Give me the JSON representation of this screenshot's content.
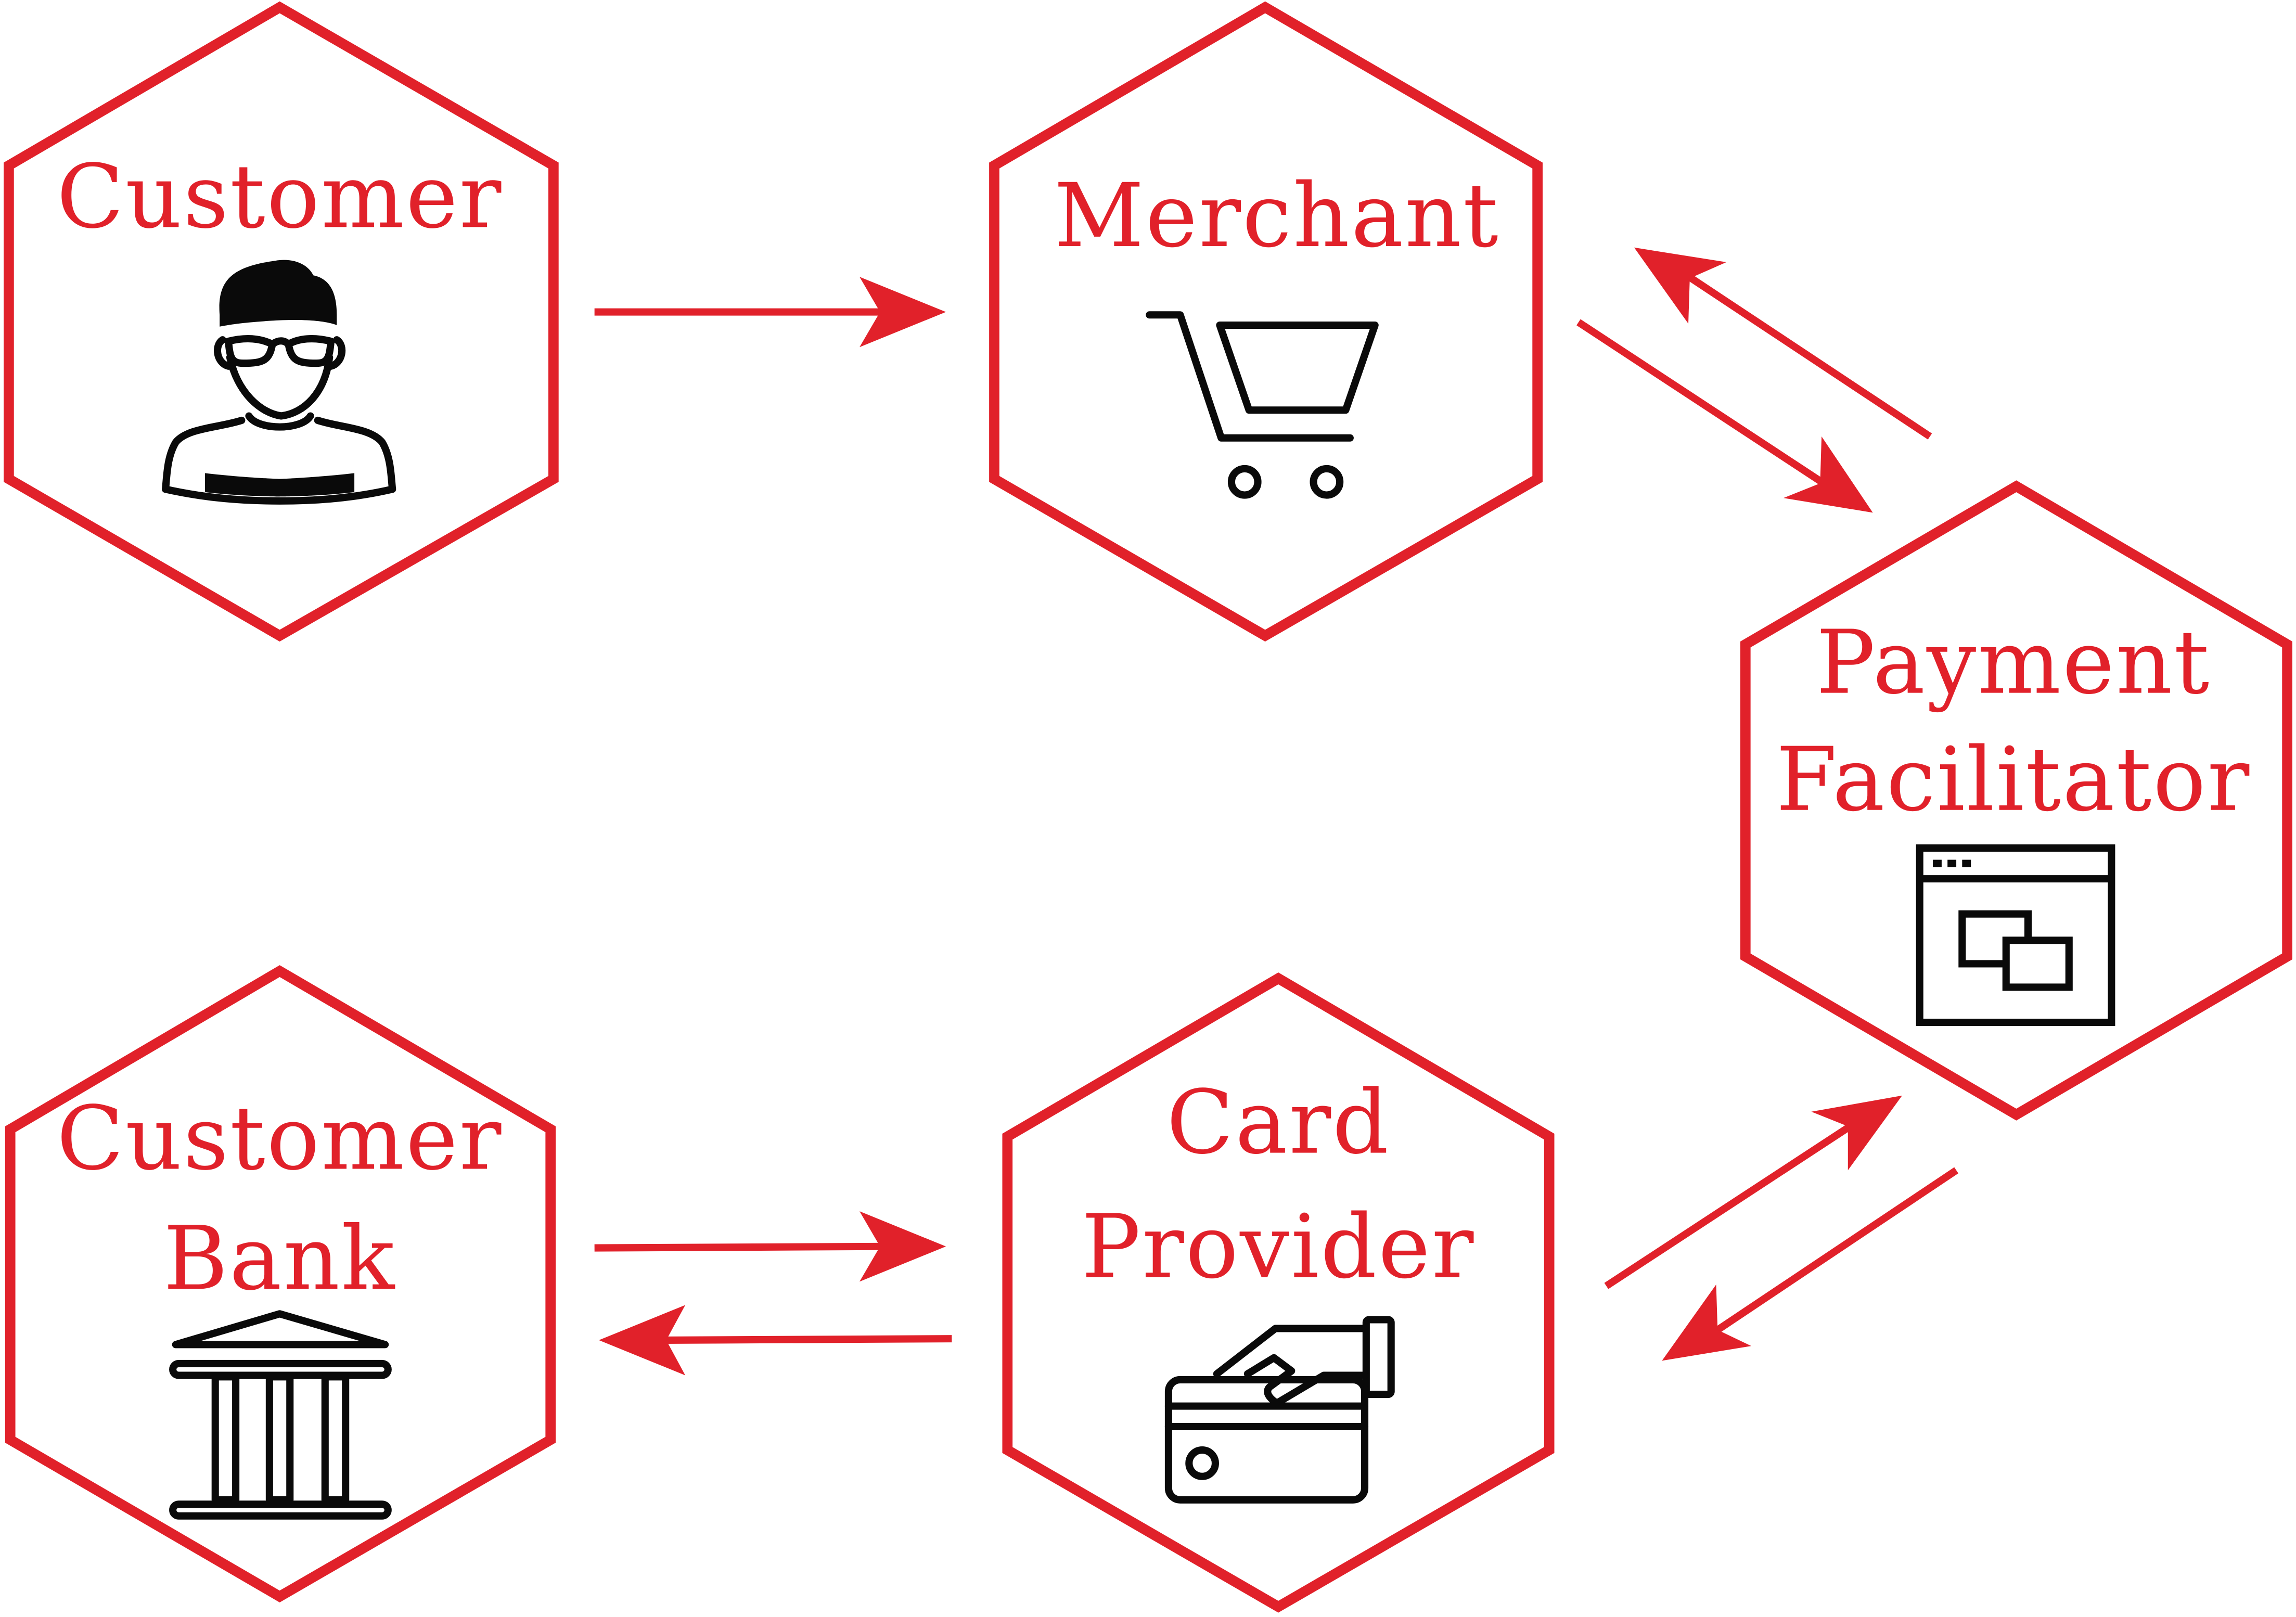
{
  "diagram": {
    "title": "Payment flow",
    "colors": {
      "accent": "#E1212A",
      "icon": "#0a0a0a",
      "background": "#ffffff"
    },
    "nodes": {
      "customer": {
        "lines": [
          "Customer"
        ],
        "icon": "person-with-glasses-icon"
      },
      "merchant": {
        "lines": [
          "Merchant"
        ],
        "icon": "shopping-cart-icon"
      },
      "payment_facilitator": {
        "lines": [
          "Payment",
          "Facilitator"
        ],
        "icon": "browser-window-icon"
      },
      "customer_bank": {
        "lines": [
          "Customer",
          "Bank"
        ],
        "icon": "bank-building-icon"
      },
      "card_provider": {
        "lines": [
          "Card",
          "Provider"
        ],
        "icon": "card-payment-icon"
      }
    },
    "edges": [
      {
        "from": "Customer",
        "to": "Merchant"
      },
      {
        "from": "Merchant",
        "to": "Payment Facilitator"
      },
      {
        "from": "Payment Facilitator",
        "to": "Merchant"
      },
      {
        "from": "Payment Facilitator",
        "to": "Card Provider"
      },
      {
        "from": "Card Provider",
        "to": "Payment Facilitator"
      },
      {
        "from": "Card Provider",
        "to": "Customer Bank"
      },
      {
        "from": "Customer Bank",
        "to": "Card Provider"
      }
    ]
  }
}
